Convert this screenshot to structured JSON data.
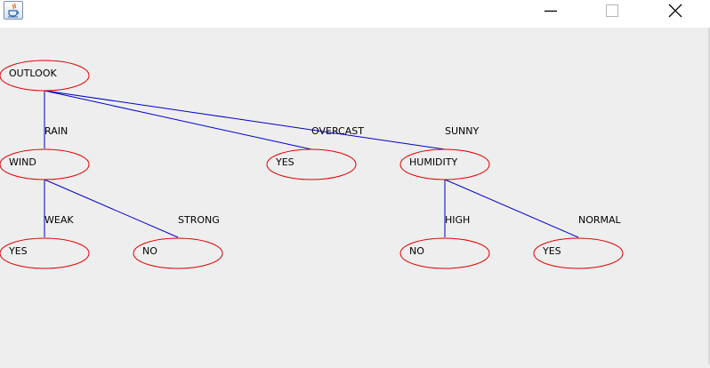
{
  "window": {
    "title": ""
  },
  "colors": {
    "edge": "#0000c8",
    "node_outline": "#e00000",
    "text": "#000000",
    "background": "#eeeeee"
  },
  "nodes": {
    "outlook": "OUTLOOK",
    "wind": "WIND",
    "yes_overcast": "YES",
    "humidity": "HUMIDITY",
    "yes_weak": "YES",
    "no_strong": "NO",
    "no_high": "NO",
    "yes_normal": "YES"
  },
  "edges": {
    "rain": "RAIN",
    "overcast": "OVERCAST",
    "sunny": "SUNNY",
    "weak": "WEAK",
    "strong": "STRONG",
    "high": "HIGH",
    "normal": "NORMAL"
  }
}
